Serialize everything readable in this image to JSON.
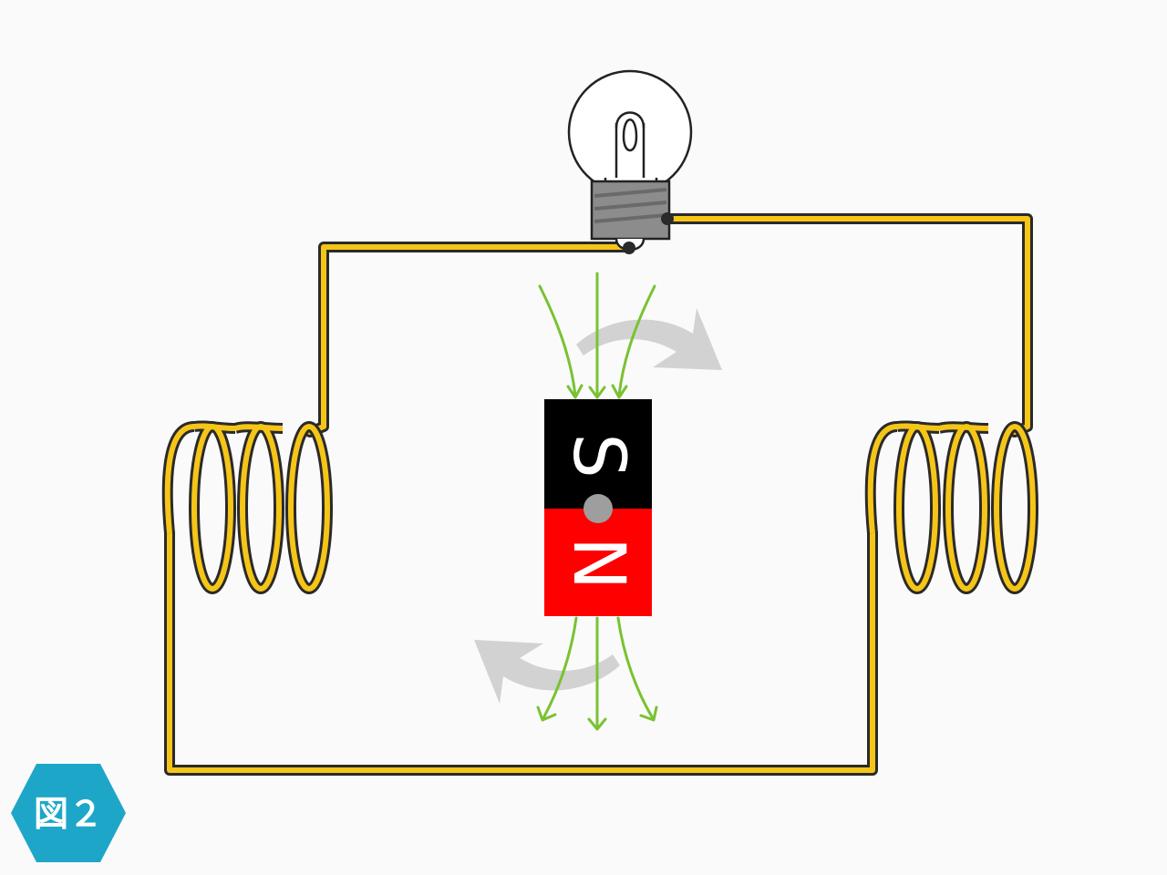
{
  "badge": {
    "label": "図２",
    "color": "#1ea6c9"
  },
  "magnet": {
    "north_label": "N",
    "south_label": "S",
    "north_color": "#ff0000",
    "south_color": "#000000",
    "pivot_color": "#9e9e9e"
  },
  "colors": {
    "wire": "#f5c518",
    "wire_outline": "#2a2a2a",
    "field_lines": "#7ac232",
    "rotation_arrows": "#d0d0d0",
    "bulb_base": "#8c8c8c"
  },
  "icons": {
    "bulb": "light-bulb-icon",
    "rotation": "rotation-arrow-icon"
  }
}
